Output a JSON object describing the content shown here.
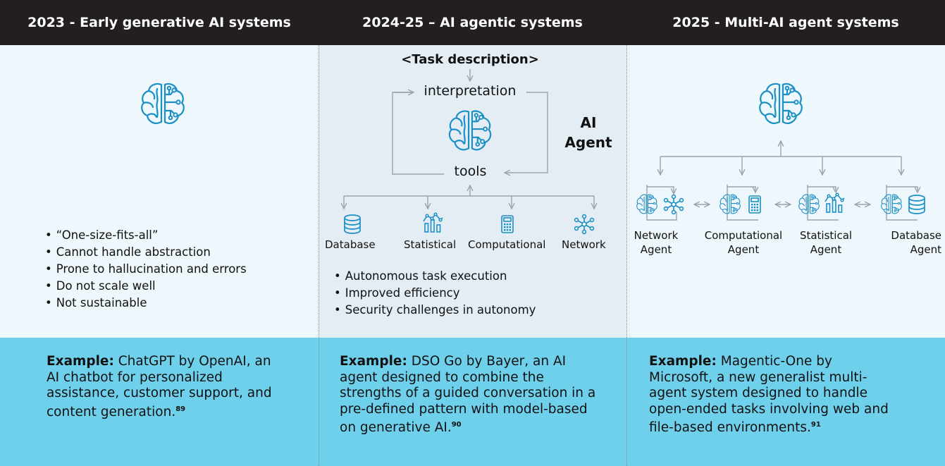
{
  "columns": [
    {
      "header": "2023 - Early generative AI systems",
      "bullets": [
        "“One-size-fits-all”",
        "Cannot handle abstraction",
        "Prone to hallucination and errors",
        "Do not scale well",
        "Not sustainable"
      ],
      "example": {
        "label": "Example:",
        "text": " ChatGPT by OpenAI, an AI chatbot for personalized assistance, customer support, and content generation.",
        "ref": "89"
      }
    },
    {
      "header": "2024-25 – AI agentic systems",
      "task": "<Task description>",
      "interpretation": "interpretation",
      "tools": "tools",
      "agent_line1": "AI",
      "agent_line2": "Agent",
      "tool_labels": [
        "Database",
        "Statistical",
        "Computational",
        "Network"
      ],
      "bullets": [
        "Autonomous task execution",
        "Improved efficiency",
        "Security challenges in autonomy"
      ],
      "example": {
        "label": "Example:",
        "text": " DSO Go by Bayer, an AI agent designed to combine the strengths of a guided conversation in a pre-defined pattern with model-based on generative AI.",
        "ref": "90"
      }
    },
    {
      "header": "2025 - Multi-AI agent systems",
      "agents": [
        {
          "line1": "Network",
          "line2": "Agent"
        },
        {
          "line1": "Computational",
          "line2": "Agent"
        },
        {
          "line1": "Statistical",
          "line2": "Agent"
        },
        {
          "line1": "Database",
          "line2": "Agent"
        }
      ],
      "example": {
        "label": "Example:",
        "text": " Magentic-One by Microsoft, a new generalist multi-agent system designed to handle open-ended tasks involving web and file-based environments.",
        "ref": "91"
      }
    }
  ],
  "colors": {
    "header_bg": "#231f20",
    "col_bg_light": "#eef7fb",
    "col_bg_mid": "#e4edf4",
    "example_bg": "#6fd0ec",
    "icon_blue": "#1a8fc6",
    "arrow_gray": "#9aa3a9"
  },
  "icons": [
    "brain-icon",
    "database-icon",
    "statistical-chart-icon",
    "calculator-icon",
    "network-icon"
  ]
}
